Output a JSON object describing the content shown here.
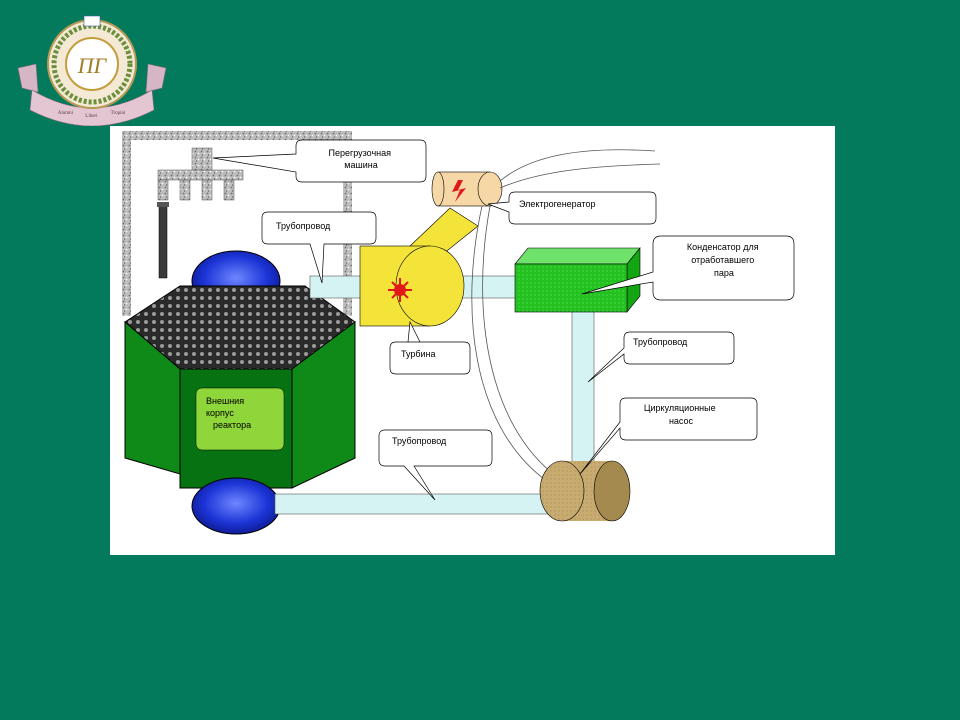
{
  "emblem": {
    "monogram": "ПГ",
    "ribbon_words": [
      "Alumni",
      "Liberi",
      "Tropini"
    ]
  },
  "labels": {
    "refueling_machine": [
      "Перегрузочная",
      "машина"
    ],
    "pipeline_top": [
      "Трубопровод"
    ],
    "generator": [
      "Электрогенератор"
    ],
    "condenser": [
      "Конденсатор для",
      "отработавшего",
      "пара"
    ],
    "turbine": [
      "Турбина"
    ],
    "pipeline_right": [
      "Трубопровод"
    ],
    "reactor_vessel": [
      "Внешния",
      "корпус",
      "реактора"
    ],
    "circulation_pump": [
      "Циркуляционные",
      "насос"
    ],
    "pipeline_bottom": [
      "Трубопровод"
    ]
  },
  "colors": {
    "background": "#037a5c",
    "panel": "#ffffff",
    "reactor_body": "#0b7d14",
    "reactor_panel": "#8fd63a",
    "core": "#1f2fd0",
    "pipe": "#d6f3f3",
    "turbine": "#f4e43a",
    "condenser": "#22c11f",
    "pump": "#c8ab70",
    "generator": "#f6d7a6"
  }
}
